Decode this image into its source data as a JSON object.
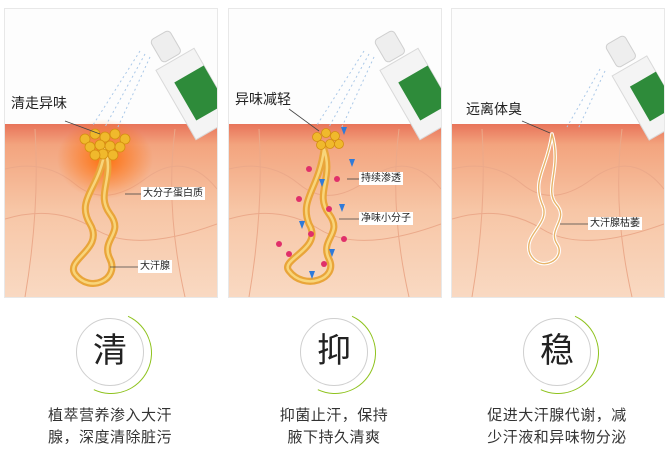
{
  "panels": [
    {
      "title": "清走异味",
      "callouts": [
        "大分子蛋白质",
        "大汗腺"
      ]
    },
    {
      "title": "异味减轻",
      "callouts": [
        "持续渗透",
        "净味小分子"
      ]
    },
    {
      "title": "远离体臭",
      "callouts": [
        "大汗腺枯萎"
      ]
    }
  ],
  "features": [
    {
      "char": "清",
      "desc_line1": "植萃营养渗入大汗",
      "desc_line2": "腺，深度清除脏污"
    },
    {
      "char": "抑",
      "desc_line1": "抑菌止汗，保持",
      "desc_line2": "腋下持久清爽"
    },
    {
      "char": "稳",
      "desc_line1": "促进大汗腺代谢，减",
      "desc_line2": "少汗液和异味物分泌"
    }
  ],
  "colors": {
    "skin": "#f7c6a6",
    "skin_top": "#e8745a",
    "gland": "#e9a53a",
    "accent_green": "#8fc31f",
    "bottle_label": "#2e8b3a"
  },
  "icons": [
    "spray-bottle-icon",
    "gland-illustration"
  ]
}
